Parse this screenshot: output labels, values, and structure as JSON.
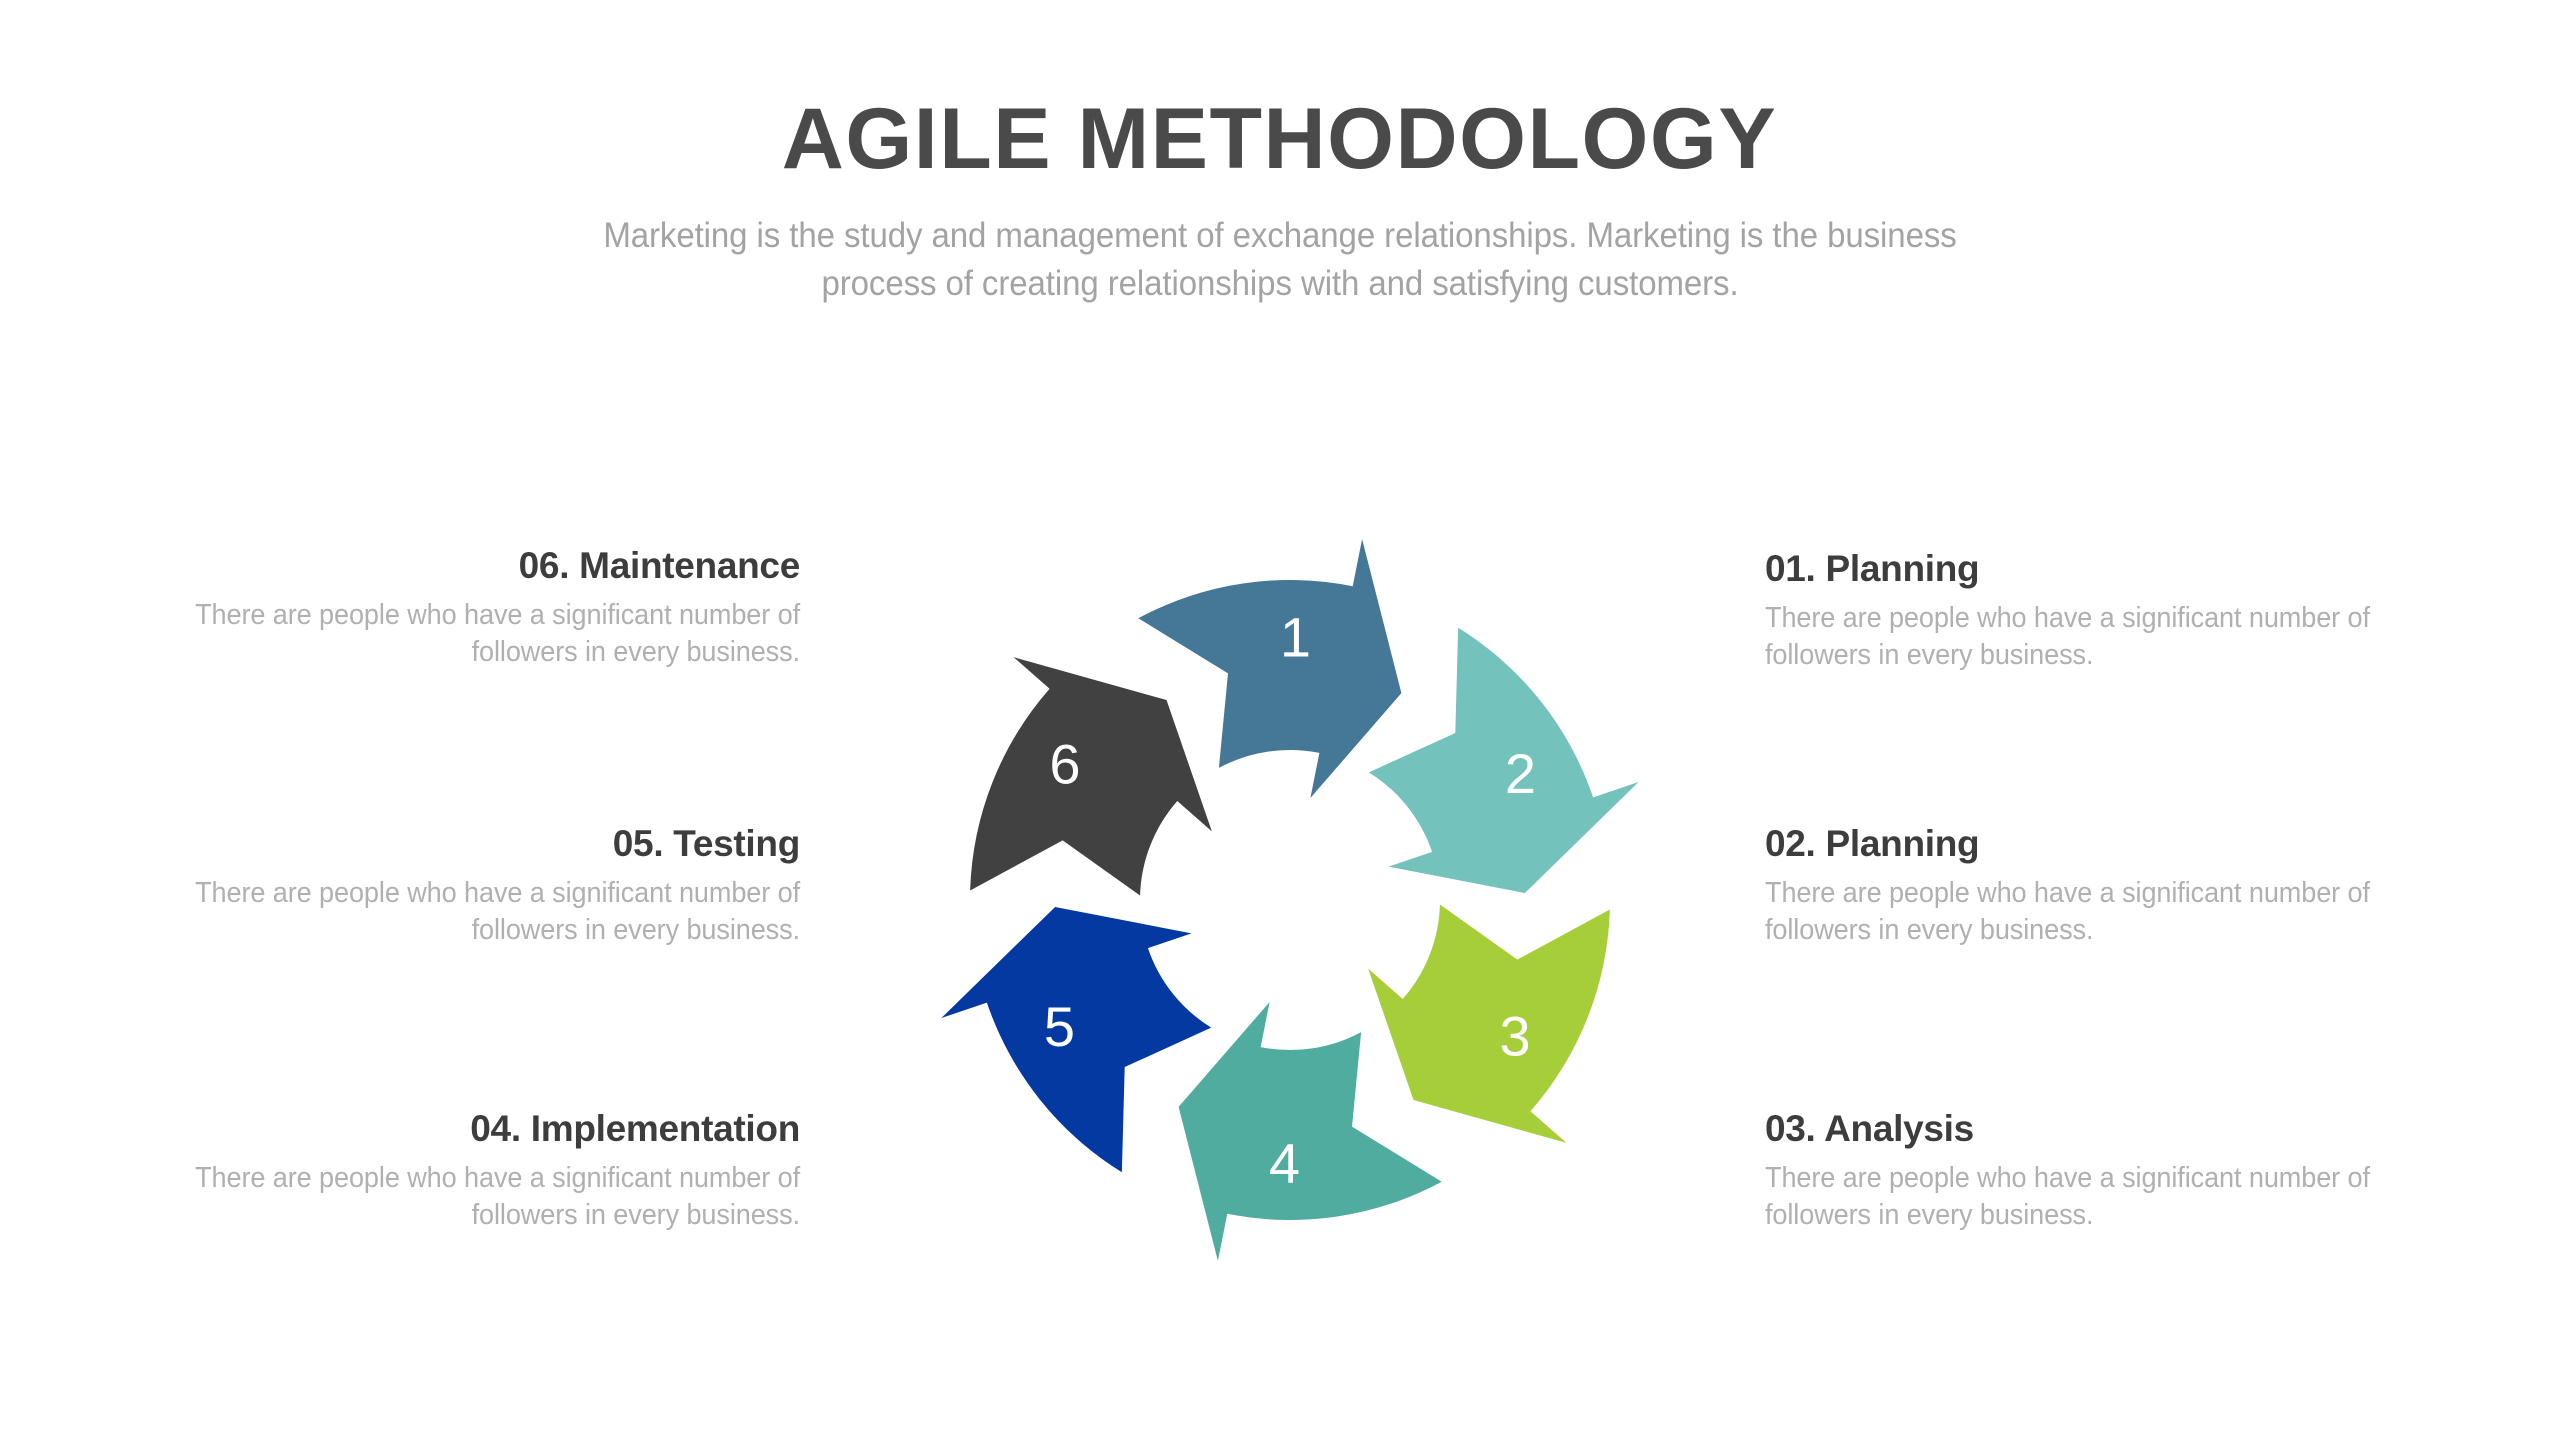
{
  "header": {
    "title": "AGILE METHODOLOGY",
    "subtitle_line1": "Marketing is the study and management of exchange relationships. Marketing is the business",
    "subtitle_line2": "process of creating relationships with and satisfying customers."
  },
  "body_text": "There are people who have a significant number of followers in every business.",
  "steps": [
    {
      "number": "1",
      "title": "01. Planning",
      "body": "There are people who have a significant number of followers in every business.",
      "color": "#457896",
      "side": "right"
    },
    {
      "number": "2",
      "title": "02. Planning",
      "body": "There are people who have a significant number of followers in every business.",
      "color": "#74c2bc",
      "side": "right"
    },
    {
      "number": "3",
      "title": "03. Analysis",
      "body": "There are people who have a significant number of followers in every business.",
      "color": "#a6ce38",
      "side": "right"
    },
    {
      "number": "4",
      "title": "04. Implementation",
      "body": "There are people who have a significant number of followers in every business.",
      "color": "#4fac9e",
      "side": "left"
    },
    {
      "number": "5",
      "title": "05. Testing",
      "body": "There are people who have a significant number of followers in every business.",
      "color": "#0339a0",
      "side": "left"
    },
    {
      "number": "6",
      "title": "06. Maintenance",
      "body": "There are people who have a significant number of followers in every business.",
      "color": "#414141",
      "side": "left"
    }
  ],
  "colors": {
    "title": "#4a4a4a",
    "subtitle": "#a3a3a3",
    "label_title": "#3d3d3d",
    "label_body": "#b0b0b0",
    "background": "#ffffff",
    "segment_number": "#ffffff"
  }
}
